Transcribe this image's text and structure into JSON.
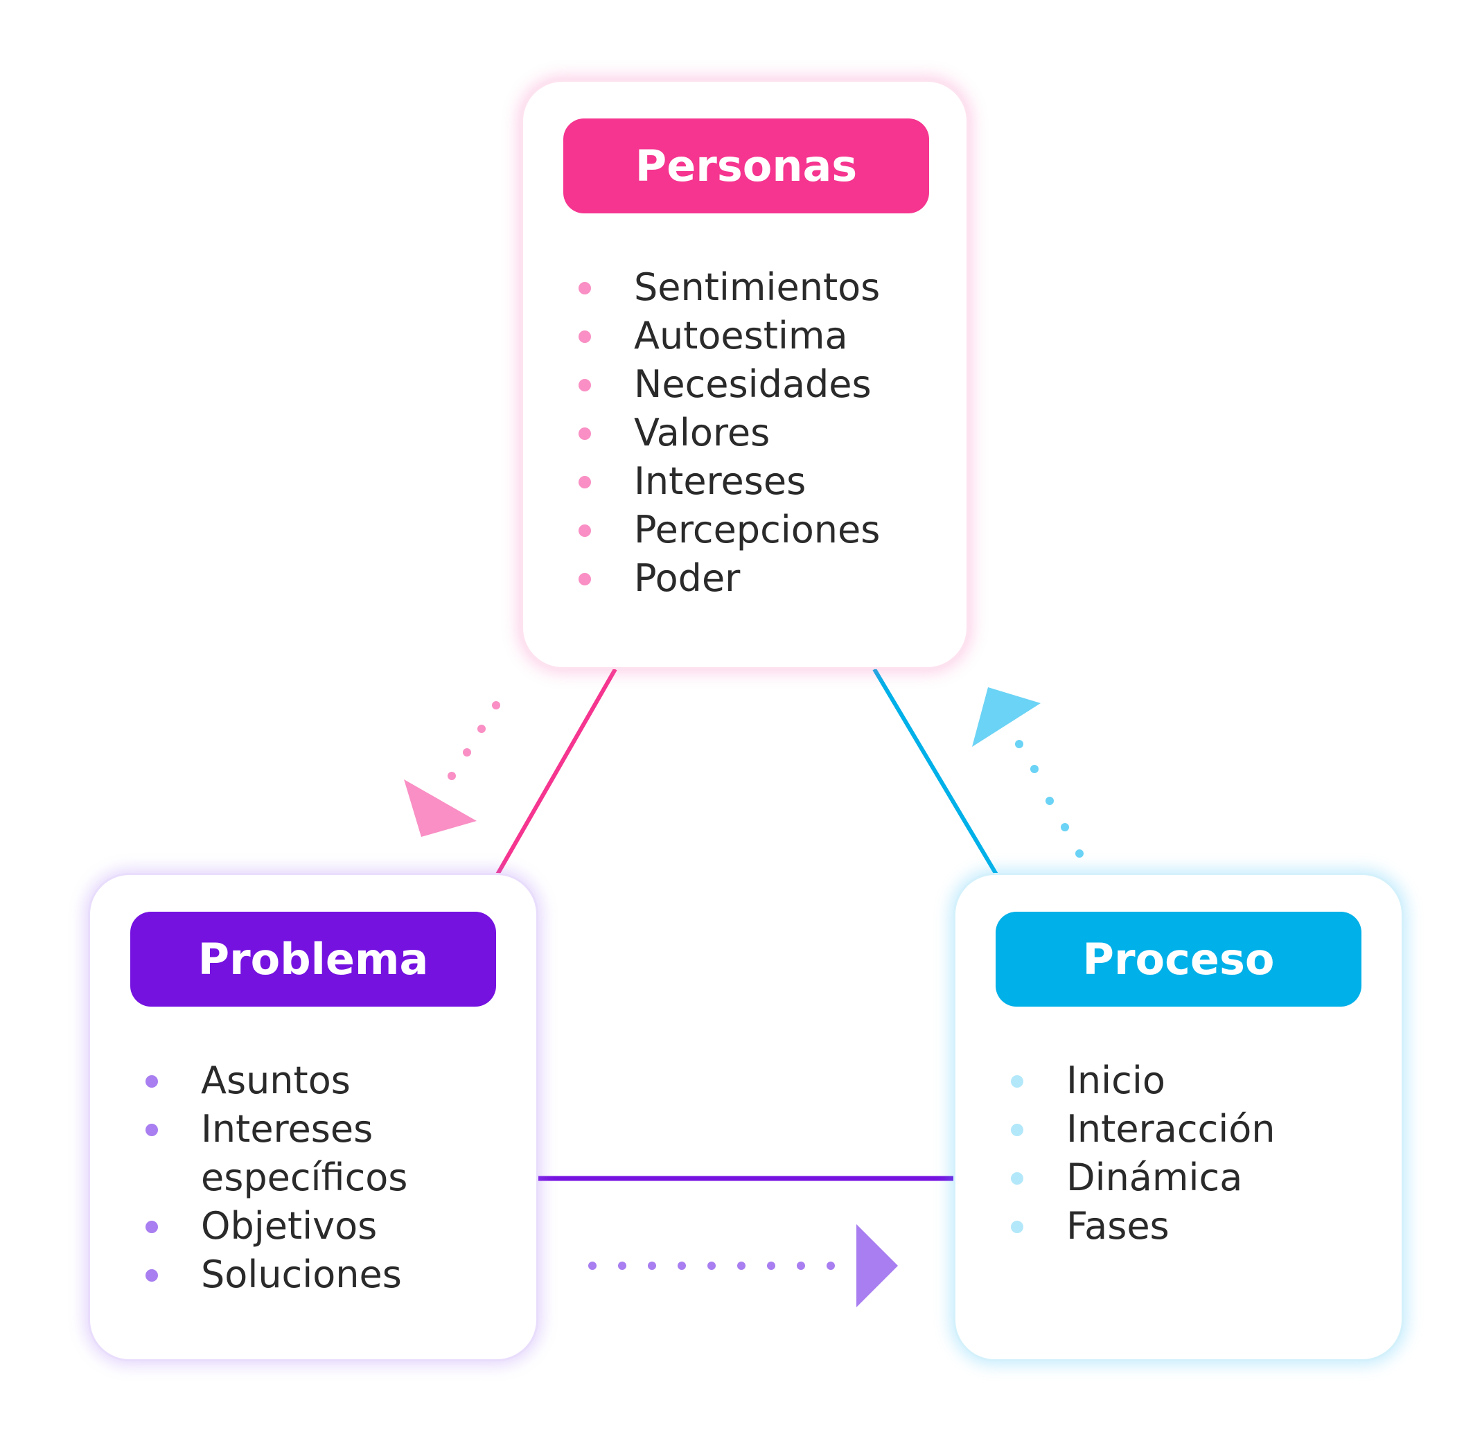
{
  "colors": {
    "personas": "#f5358f",
    "personas_light": "#f98fc4",
    "problema": "#7512e0",
    "problema_light": "#a87ef0",
    "proceso": "#00b0e8",
    "proceso_light": "#6bd3f5"
  },
  "icons": {
    "personas_to_problema": "dotted-arrow-icon",
    "problema_to_proceso": "dotted-arrow-icon",
    "proceso_to_personas": "dotted-arrow-icon"
  },
  "personas": {
    "title": "Personas",
    "items": [
      "Sentimientos",
      "Autoestima",
      "Necesidades",
      "Valores",
      "Intereses",
      "Percepciones",
      "Poder"
    ]
  },
  "problema": {
    "title": "Problema",
    "items": [
      "Asuntos",
      "Intereses específicos",
      "Objetivos",
      "Soluciones"
    ]
  },
  "proceso": {
    "title": "Proceso",
    "items": [
      "Inicio",
      "Interacción",
      "Dinámica",
      "Fases"
    ]
  }
}
